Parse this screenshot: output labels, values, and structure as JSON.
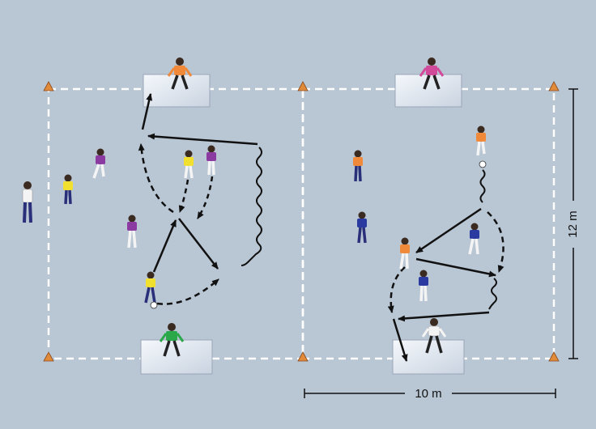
{
  "labels": {
    "width": "10 m",
    "height": "12 m"
  },
  "colors": {
    "background": "#b9c6d4",
    "pitch_lines": "#ffffff",
    "arrows": "#111111",
    "cones": "#e08a3a",
    "goals": "#e4eaf2"
  },
  "teams": {
    "left_field": [
      "yellow",
      "purple"
    ],
    "right_field": [
      "orange",
      "blue"
    ],
    "goalkeepers": [
      "orange",
      "pink",
      "green",
      "white"
    ],
    "coach": "white"
  }
}
